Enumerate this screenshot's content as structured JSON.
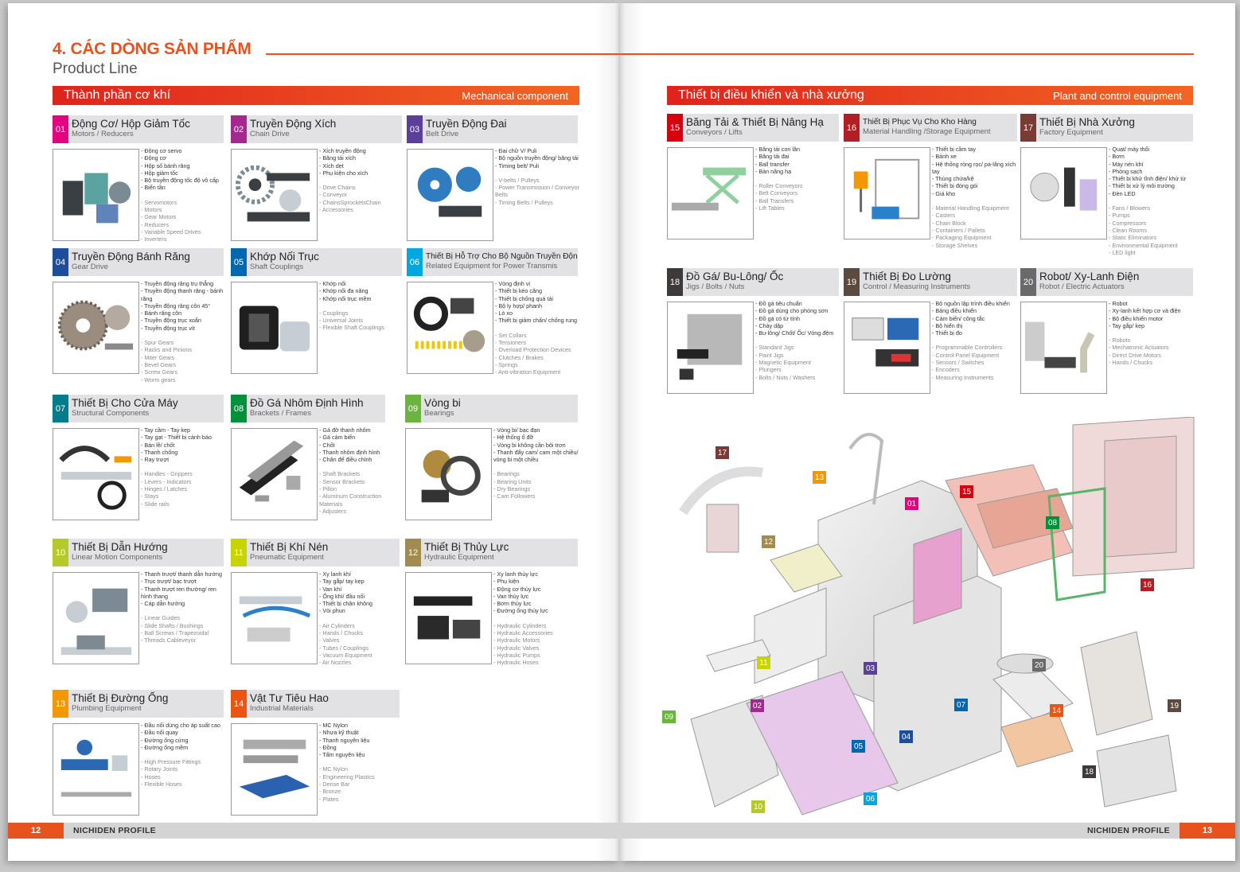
{
  "heading": {
    "title": "4. CÁC DÒNG SẢN PHẨM",
    "subtitle": "Product Line"
  },
  "sections": [
    {
      "vi": "Thành phần cơ khí",
      "en": "Mechanical component"
    },
    {
      "vi": "Thiết bị điều khiển và nhà xưởng",
      "en": "Plant and control equipment"
    }
  ],
  "colors": {
    "accent": "#e8521f",
    "banner_red": "#e0231d",
    "banner_orange": "#f26522"
  },
  "cards": [
    {
      "num": "01",
      "color": "#e4007f",
      "vi": "Động Cơ/ Hộp Giảm Tốc",
      "en": "Motors / Reducers",
      "vi_items": [
        "- Động cơ servo",
        "- Động cơ",
        "- Hộp số bánh răng",
        "- Hộp giảm tốc",
        "- Bộ truyền động tốc độ vô cấp",
        "- Biến tần"
      ],
      "en_items": [
        "- Servomotors",
        "- Motors",
        "- Gear Motors",
        "- Reducers",
        "- Variable Speed Drives",
        "- Inverters"
      ],
      "icon": "servo-motor-icon"
    },
    {
      "num": "02",
      "color": "#a4298f",
      "vi": "Truyền Động Xích",
      "en": "Chain Drive",
      "vi_items": [
        "- Xích truyền động",
        "- Băng tải xích",
        "- Xích dẹt",
        "- Phụ kiện cho xích"
      ],
      "en_items": [
        "- Drive Chains",
        "- Conveyor",
        "- ChainsSprocketsChain",
        "- Accessories"
      ],
      "icon": "chain-sprocket-icon"
    },
    {
      "num": "03",
      "color": "#5b3f98",
      "vi": "Truyền Động Đai",
      "en": "Belt Drive",
      "vi_items": [
        "- Đai chữ V/ Puli",
        "- Bộ nguồn truyền động/ băng tải",
        "- Timing belt/ Puli"
      ],
      "en_items": [
        "- V-belts / Pulleys",
        "- Power Transmission / Conveyor Belts",
        "- Timing Belts / Pulleys"
      ],
      "icon": "belt-pulley-icon"
    },
    {
      "num": "04",
      "color": "#1c4e9c",
      "vi": "Truyền Động Bánh Răng",
      "en": "Gear Drive",
      "vi_items": [
        "- Truyền động răng trụ thẳng",
        "- Truyền động thanh răng - bánh răng",
        "- Truyền động răng côn 45°",
        "- Bánh răng côn",
        "- Truyền động trục xoắn",
        "- Truyền động trục vít"
      ],
      "en_items": [
        "- Spur Gears",
        "- Racks and Pinions",
        "- Miter Gears",
        "- Bevel Gears",
        "- Screw Gears",
        "- Worm gears"
      ],
      "icon": "gear-icon"
    },
    {
      "num": "05",
      "color": "#0067b1",
      "vi": "Khớp Nối Trục",
      "en": "Shaft Couplings",
      "vi_items": [
        "- Khớp nối",
        "- Khớp nối đa năng",
        "- Khớp nối trục mềm"
      ],
      "en_items": [
        "- Couplings",
        "- Universal Joints",
        "- Flexible Shaft Couplings"
      ],
      "icon": "coupling-icon"
    },
    {
      "num": "06",
      "color": "#00a7e0",
      "vi": "Thiết Bị Hỗ Trợ Cho Bộ Nguồn Truyền Động",
      "en": "Related Equipment for Power Transmis",
      "vi_items": [
        "- Vòng định vị",
        "- Thiết bị kéo căng",
        "- Thiết bị chống quá tải",
        "- Bộ ly hợp/ phanh",
        "- Lò xo",
        "- Thiết bị giảm chấn/ chống rung"
      ],
      "en_items": [
        "- Set Collars",
        "- Tensioners",
        "- Overload Protection Devices",
        "- Clutches / Brakes",
        "- Springs",
        "- Anti-vibration Equipment"
      ],
      "icon": "spring-collar-icon"
    },
    {
      "num": "07",
      "color": "#007c8a",
      "vi": "Thiết Bị Cho Cửa Máy",
      "en": "Structural Components",
      "vi_items": [
        "- Tay cầm - Tay kẹp",
        "- Tay gạt - Thiết bị cảnh báo",
        "- Bản lề/ chốt",
        "- Thanh chống",
        "- Ray trượt"
      ],
      "en_items": [
        "- Handles - Grippers",
        "- Levers - Indicators",
        "- Hinges / Latches",
        "- Stays",
        "- Slide rails"
      ],
      "icon": "handle-icon"
    },
    {
      "num": "08",
      "color": "#00913a",
      "vi": "Đồ Gá Nhôm Định Hình",
      "en": "Brackets / Frames",
      "vi_items": [
        "- Gá đỡ thanh nhôm",
        "- Gá cảm biến",
        "- Chốt",
        "- Thanh nhôm định hình",
        "- Chân đế điều chỉnh"
      ],
      "en_items": [
        "- Shaft Brackets",
        "- Sensor Brackets",
        "- Pillon",
        "- Aluminum Construction Materials",
        "- Adjusters"
      ],
      "icon": "aluminum-profile-icon"
    },
    {
      "num": "09",
      "color": "#6db33f",
      "vi": "Vòng bi",
      "en": "Bearings",
      "vi_items": [
        "- Vòng bi/ bạc đạn",
        "- Hệ thống ổ đỡ",
        "- Vòng bi không cần bôi trơn",
        "- Thanh đẩy cam/ cam một chiều/ vòng bi một chiều"
      ],
      "en_items": [
        "- Bearings",
        "- Bearing Units",
        "- Dry Bearings",
        "- Cam Followers"
      ],
      "icon": "bearing-icon"
    },
    {
      "num": "10",
      "color": "#b5c92b",
      "vi": "Thiết Bị Dẫn Hướng",
      "en": "Linear Motion Components",
      "vi_items": [
        "- Thanh trượt/ thanh dẫn hướng",
        "- Trục trượt/ bạc trượt",
        "- Thanh trượt ren thường/ ren hình thang",
        "- Cáp dẫn hướng"
      ],
      "en_items": [
        "- Linear Guides",
        "- Slide Shafts / Bushings",
        "- Ball Screws / Trapezoidal",
        "- Threads Cableveyor"
      ],
      "icon": "linear-guide-icon"
    },
    {
      "num": "11",
      "color": "#c8d400",
      "vi": "Thiết Bị Khí Nén",
      "en": "Pneumatic Equipment",
      "vi_items": [
        "- Xy lanh khí",
        "- Tay gắp/ tay kẹp",
        "- Van khí",
        "- Ống khí/ đầu nối",
        "- Thiết bị chân không",
        "- Vòi phun"
      ],
      "en_items": [
        "- Air Cylinders",
        "- Hands / Chucks",
        "- Valves",
        "- Tubes / Couplings",
        "- Vacuum Equipment",
        "- Air Nozzles"
      ],
      "icon": "pneumatic-icon"
    },
    {
      "num": "12",
      "color": "#a38a4f",
      "vi": "Thiết Bị Thủy Lực",
      "en": "Hydraulic Equipment",
      "vi_items": [
        "- Xy lanh thủy lực",
        "- Phụ kiện",
        "- Động cơ thủy lực",
        "- Van thủy lực",
        "- Bơm thủy lực",
        "- Đường ống thủy lực"
      ],
      "en_items": [
        "- Hydraulic Cylinders",
        "- Hydraulic Accessories",
        "- Hydraulic Motors",
        "- Hydraulic Valves",
        "- Hydraulic Pumps",
        "- Hydraulic Hoses"
      ],
      "icon": "hydraulic-icon"
    },
    {
      "num": "13",
      "color": "#f39800",
      "vi": "Thiết Bị Đường Ống",
      "en": "Plumbing Equipment",
      "vi_items": [
        "- Đầu nối dùng cho áp suất cao",
        "- Đầu nối quay",
        "- Đường ống cứng",
        "- Đường ống mềm"
      ],
      "en_items": [
        "- High Pressure Fittings",
        "- Rotary Joints",
        "- Hoses",
        "- Flexible Hoses"
      ],
      "icon": "valve-icon"
    },
    {
      "num": "14",
      "color": "#ea5514",
      "vi": "Vật Tư Tiêu Hao",
      "en": "Industrial Materials",
      "vi_items": [
        "- MC Nylon",
        "- Nhựa kỹ thuật",
        "- Thanh nguyên liệu",
        "- Đồng",
        "- Tấm nguyên liệu"
      ],
      "en_items": [
        "- MC Nylon",
        "- Engineering Plastics",
        "- Dense Bar",
        "- Bronze",
        "- Plates"
      ],
      "icon": "materials-icon"
    },
    {
      "num": "15",
      "color": "#d7000f",
      "vi": "Băng Tải & Thiết Bị Nâng Hạ",
      "en": "Conveyors / Lifts",
      "vi_items": [
        "- Băng tải con lăn",
        "- Băng tải đai",
        "- Ball transfer",
        "- Bàn nâng hạ"
      ],
      "en_items": [
        "- Roller Conveyors",
        "- Belt Conveyors",
        "- Ball Transfers",
        "- Lift Tables"
      ],
      "icon": "lift-table-icon"
    },
    {
      "num": "16",
      "color": "#b11e23",
      "vi": "Thiết Bị Phục Vụ Cho Kho Hàng",
      "en": "Material Handling /Storage Equipment",
      "vi_items": [
        "- Thiết bị cầm tay",
        "- Bánh xe",
        "- Hệ thống ròng rọc/ pa-lăng xích tay",
        "- Thùng chứa/kệ",
        "- Thiết bị đóng gói",
        "- Giá kho"
      ],
      "en_items": [
        "- Material Handling Equipment",
        "- Casters",
        "- Chain Block",
        "- Containers / Pallets",
        "- Packaging Equipment",
        "- Storage Shelves"
      ],
      "icon": "chain-hoist-icon"
    },
    {
      "num": "17",
      "color": "#7a3a36",
      "vi": "Thiết Bị Nhà Xưởng",
      "en": "Factory Equipment",
      "vi_items": [
        "- Quạt/ máy thổi",
        "- Bơm",
        "- Máy nén khí",
        "- Phòng sạch",
        "- Thiết bị khử tĩnh điện/ khử từ",
        "- Thiết bị xử lý môi trường",
        "- Đèn LED"
      ],
      "en_items": [
        "- Fans / Blowers",
        "- Pumps",
        "- Compressors",
        "- Clean Rooms",
        "- Static Eliminators",
        "- Environmental Equipment",
        "- LED light"
      ],
      "icon": "blower-icon"
    },
    {
      "num": "18",
      "color": "#3d3a39",
      "vi": "Đồ Gá/ Bu-Lông/ Ốc",
      "en": "Jigs / Bolts / Nuts",
      "vi_items": [
        "- Đồ gá tiêu chuẩn",
        "- Đồ gá dùng cho phòng sơn",
        "- Đồ gá có từ tính",
        "- Chày dập",
        "- Bu-lông/ Chốt/ Ốc/ Vòng đệm"
      ],
      "en_items": [
        "- Standard Jigs",
        "- Paint Jigs",
        "- Magnetic Equipment",
        "- Plungers",
        "- Bolts / Nuts / Washers"
      ],
      "icon": "jig-plate-icon"
    },
    {
      "num": "19",
      "color": "#5b4a3f",
      "vi": "Thiết Bị Đo Lường",
      "en": "Control / Measuring Instruments",
      "vi_items": [
        "- Bộ nguồn lập trình điều khiển",
        "- Bảng điều khiển",
        "- Cảm biến/ công tắc",
        "- Bộ hiển thị",
        "- Thiết bị đo"
      ],
      "en_items": [
        "- Programmable Controllers",
        "- Control Panel Equipment",
        "- Sensors / Switches",
        "- Encoders",
        "- Measuring Instruments"
      ],
      "icon": "controller-icon"
    },
    {
      "num": "20",
      "color": "#6a6a6a",
      "vi": "Robot/ Xy-Lanh Điện",
      "en": "Robot / Electric Actuators",
      "vi_items": [
        "- Robot",
        "- Xy-lanh kết hợp cơ và điện",
        "- Bộ điều khiển motor",
        "- Tay gắp/ kẹp"
      ],
      "en_items": [
        "- Robots",
        "- Mechatronic Actuators",
        "- Direct Drive Motors",
        "- Hands / Chucks"
      ],
      "icon": "robot-arm-icon"
    }
  ],
  "illustration_labels": [
    {
      "num": "17",
      "color": "#7a3a36"
    },
    {
      "num": "13",
      "color": "#f39800"
    },
    {
      "num": "01",
      "color": "#e4007f"
    },
    {
      "num": "15",
      "color": "#d7000f"
    },
    {
      "num": "08",
      "color": "#00913a"
    },
    {
      "num": "12",
      "color": "#a38a4f"
    },
    {
      "num": "16",
      "color": "#b11e23"
    },
    {
      "num": "11",
      "color": "#c8d400"
    },
    {
      "num": "03",
      "color": "#5b3f98"
    },
    {
      "num": "20",
      "color": "#6a6a6a"
    },
    {
      "num": "02",
      "color": "#a4298f"
    },
    {
      "num": "07",
      "color": "#0067b1"
    },
    {
      "num": "09",
      "color": "#6db33f"
    },
    {
      "num": "14",
      "color": "#ea5514"
    },
    {
      "num": "19",
      "color": "#5b4a3f"
    },
    {
      "num": "05",
      "color": "#0067b1"
    },
    {
      "num": "04",
      "color": "#1c4e9c"
    },
    {
      "num": "06",
      "color": "#00a7e0"
    },
    {
      "num": "18",
      "color": "#3d3a39"
    },
    {
      "num": "10",
      "color": "#b5c92b"
    }
  ],
  "footer": {
    "left_page": "12",
    "right_page": "13",
    "brand": "NICHIDEN PROFILE"
  }
}
